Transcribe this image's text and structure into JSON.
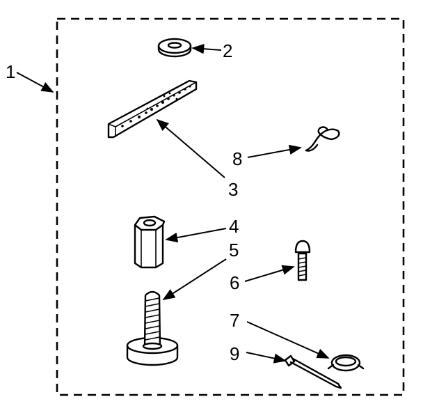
{
  "diagram": {
    "kit_callout": "1",
    "parts": [
      {
        "id": "washer",
        "callout": "2",
        "icon": "flat-washer"
      },
      {
        "id": "bracket",
        "callout": "3",
        "icon": "perforated-bracket-strap"
      },
      {
        "id": "coupling-nut",
        "callout": "4",
        "icon": "hex-coupling-nut"
      },
      {
        "id": "leveling-foot",
        "callout": "5",
        "icon": "leveling-leg-with-foot"
      },
      {
        "id": "bolt",
        "callout": "6",
        "icon": "carriage-bolt"
      },
      {
        "id": "clamp",
        "callout": "7",
        "icon": "hose-clamp"
      },
      {
        "id": "clip",
        "callout": "8",
        "icon": "wire-clip"
      },
      {
        "id": "tie",
        "callout": "9",
        "icon": "cable-tie"
      }
    ]
  }
}
